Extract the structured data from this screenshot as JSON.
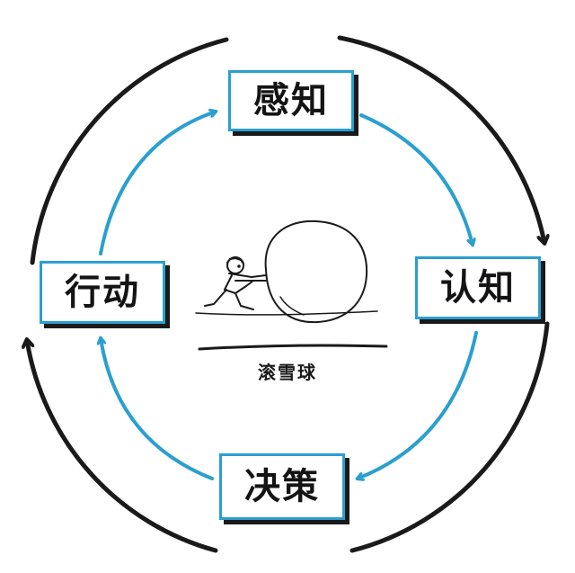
{
  "diagram": {
    "nodes": {
      "perception": "感知",
      "cognition": "认知",
      "decision": "决策",
      "action": "行动"
    },
    "caption": "滚雪球"
  },
  "colors": {
    "inner_cycle": "#2a9fd0",
    "outer_cycle": "#1a1a1a",
    "box_border": "#2a9fd0",
    "box_shadow": "#1a1a1a"
  },
  "icons": [
    "person-pushing-snowball-illustration",
    "clockwise-arrow-icon"
  ]
}
